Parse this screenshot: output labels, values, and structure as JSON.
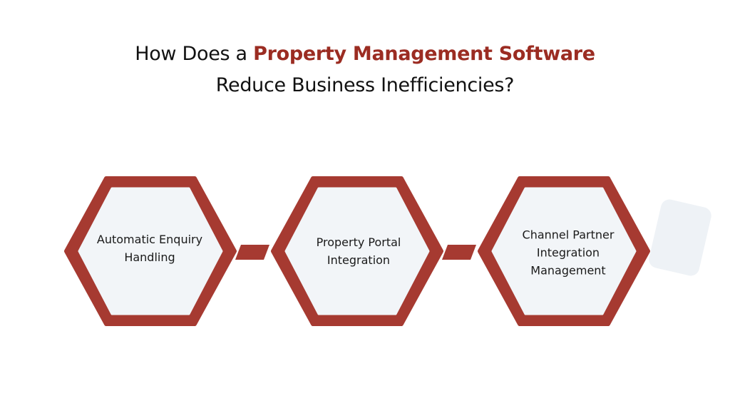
{
  "title": {
    "line1_prefix": "How Does a ",
    "line1_highlight": "Property Management Software",
    "line2": "Reduce Business Inefficiencies?"
  },
  "colors": {
    "accent": "#a63a31",
    "hex_fill": "#f2f5f8",
    "card": "#eef2f6",
    "title_accent": "#9b2c22"
  },
  "steps": [
    {
      "label_lines": [
        "Automatic Enquiry",
        "Handling"
      ]
    },
    {
      "label_lines": [
        "Property Portal",
        "Integration"
      ]
    },
    {
      "label_lines": [
        "Channel Partner",
        "Integration",
        "Management"
      ]
    }
  ]
}
